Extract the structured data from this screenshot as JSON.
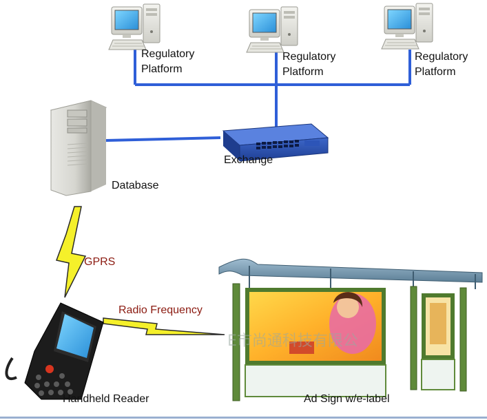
{
  "labels": {
    "platform1": [
      "Regulatory",
      "Platform"
    ],
    "platform2": [
      "Regulatory",
      "Platform"
    ],
    "platform3": [
      "Regulatory",
      "Platform"
    ],
    "exchange": "Exchange",
    "database": "Database",
    "gprs": "GPRS",
    "radio_frequency": "Radio Frequency",
    "handheld_reader": "Handheld Reader",
    "ad_sign": "Ad Sign w/e-label"
  },
  "icons": {
    "platform": "desktop-computer-icon",
    "exchange": "network-switch-icon",
    "database": "tower-server-icon",
    "handheld": "handheld-reader-icon",
    "ad_sign": "bus-shelter-ad-sign-icon",
    "wireless": "lightning-bolt-icon"
  },
  "colors": {
    "network_line": "#2f5fd8",
    "wireless_bolt": "#f5f02a",
    "link_label": "#8b1a10",
    "shelter_frame": "#5f8a3a",
    "shelter_roof": "#6a8fa6"
  },
  "shelter_watermark": "E市尚通科技有限公"
}
